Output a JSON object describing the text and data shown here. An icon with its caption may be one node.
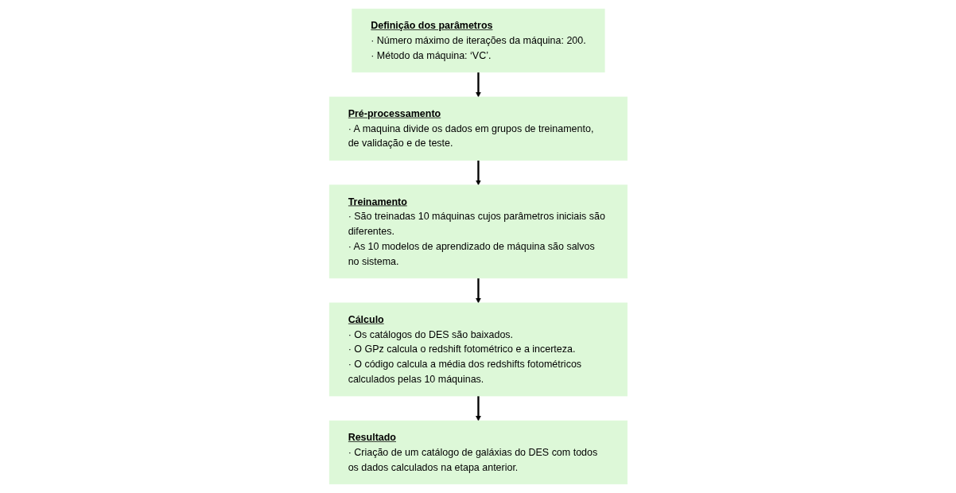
{
  "diagram": {
    "nodes": [
      {
        "text": [
          "Definição dos parâmetros",
          "· Número máximo de iterações da máquina: 200.",
          "· Método da máquina: ‘VC’."
        ]
      },
      {
        "text": [
          "Pré-processamento",
          "· A maquina divide os dados em grupos de treinamento, de validação e de teste."
        ]
      },
      {
        "text": [
          "Treinamento",
          "· São treinadas 10 máquinas cujos parâmetros iniciais são diferentes.",
          "· As 10 modelos de aprendizado de máquina são salvos no sistema."
        ]
      },
      {
        "text": [
          "Cálculo",
          "· Os catálogos do DES são baixados.",
          "· O GPz calcula o redshift fotométrico e a incerteza.",
          "· O código calcula a média dos redshifts fotométricos calculados pelas 10 máquinas."
        ]
      },
      {
        "text": [
          "Resultado",
          "· Criação de um catálogo de galáxias do DES com todos os dados calculados na etapa anterior."
        ]
      }
    ],
    "edges": [
      {
        "from": 0,
        "to": 1,
        "arrow": "to"
      },
      {
        "from": 1,
        "to": 2,
        "arrow": "to"
      },
      {
        "from": 2,
        "to": 3,
        "arrow": "to"
      },
      {
        "from": 3,
        "to": 4,
        "arrow": "to"
      }
    ]
  }
}
